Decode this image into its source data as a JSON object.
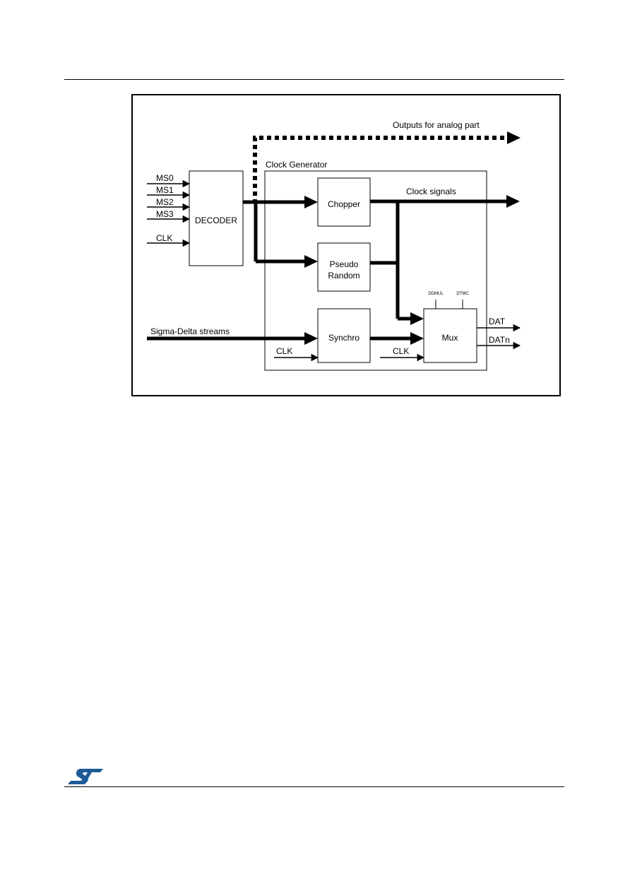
{
  "diagram": {
    "outputs_label": "Outputs for analog part",
    "clock_generator_label": "Clock Generator",
    "clock_signals_label": "Clock signals",
    "sigma_delta_label": "Sigma-Delta streams",
    "inputs": [
      "MS0",
      "MS1",
      "MS2",
      "MS3",
      "CLK"
    ],
    "blocks": {
      "decoder": "DECODER",
      "chopper": "Chopper",
      "pseudo_random_line1": "Pseudo",
      "pseudo_random_line2": "Random",
      "synchro": "Synchro",
      "mux": "Mux"
    },
    "clk_synchro": "CLK",
    "clk_mux": "CLK",
    "mux_ctrl_1": "DDMUL",
    "mux_ctrl_2": "DTMC",
    "out_dat": "DAT",
    "out_datn": "DATn"
  },
  "colors": {
    "logo": "#1e5a96"
  }
}
